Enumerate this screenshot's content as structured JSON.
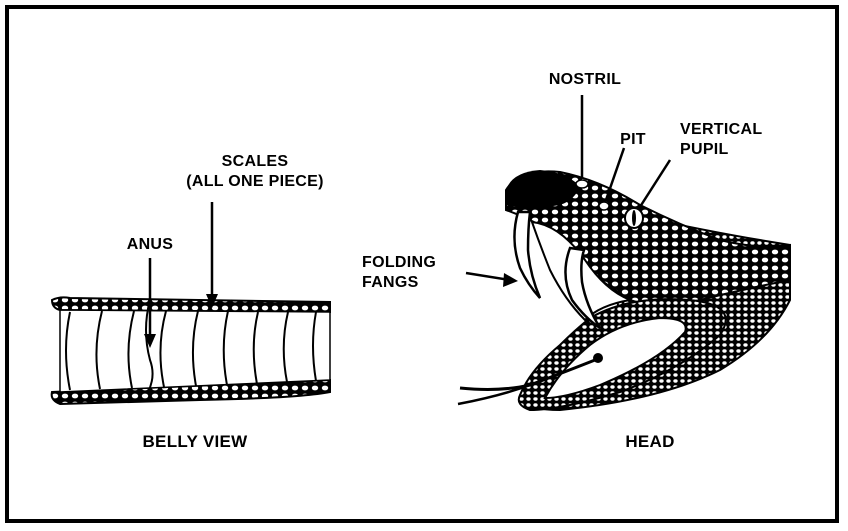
{
  "belly_view": {
    "label_scales": "SCALES\n(ALL ONE PIECE)",
    "label_anus": "ANUS",
    "caption": "BELLY VIEW"
  },
  "head_view": {
    "label_nostril": "NOSTRIL",
    "label_pit": "PIT",
    "label_pupil": "VERTICAL\nPUPIL",
    "label_fangs": "FOLDING\nFANGS",
    "caption": "HEAD"
  },
  "colors": {
    "ink": "#000000",
    "paper": "#ffffff"
  }
}
